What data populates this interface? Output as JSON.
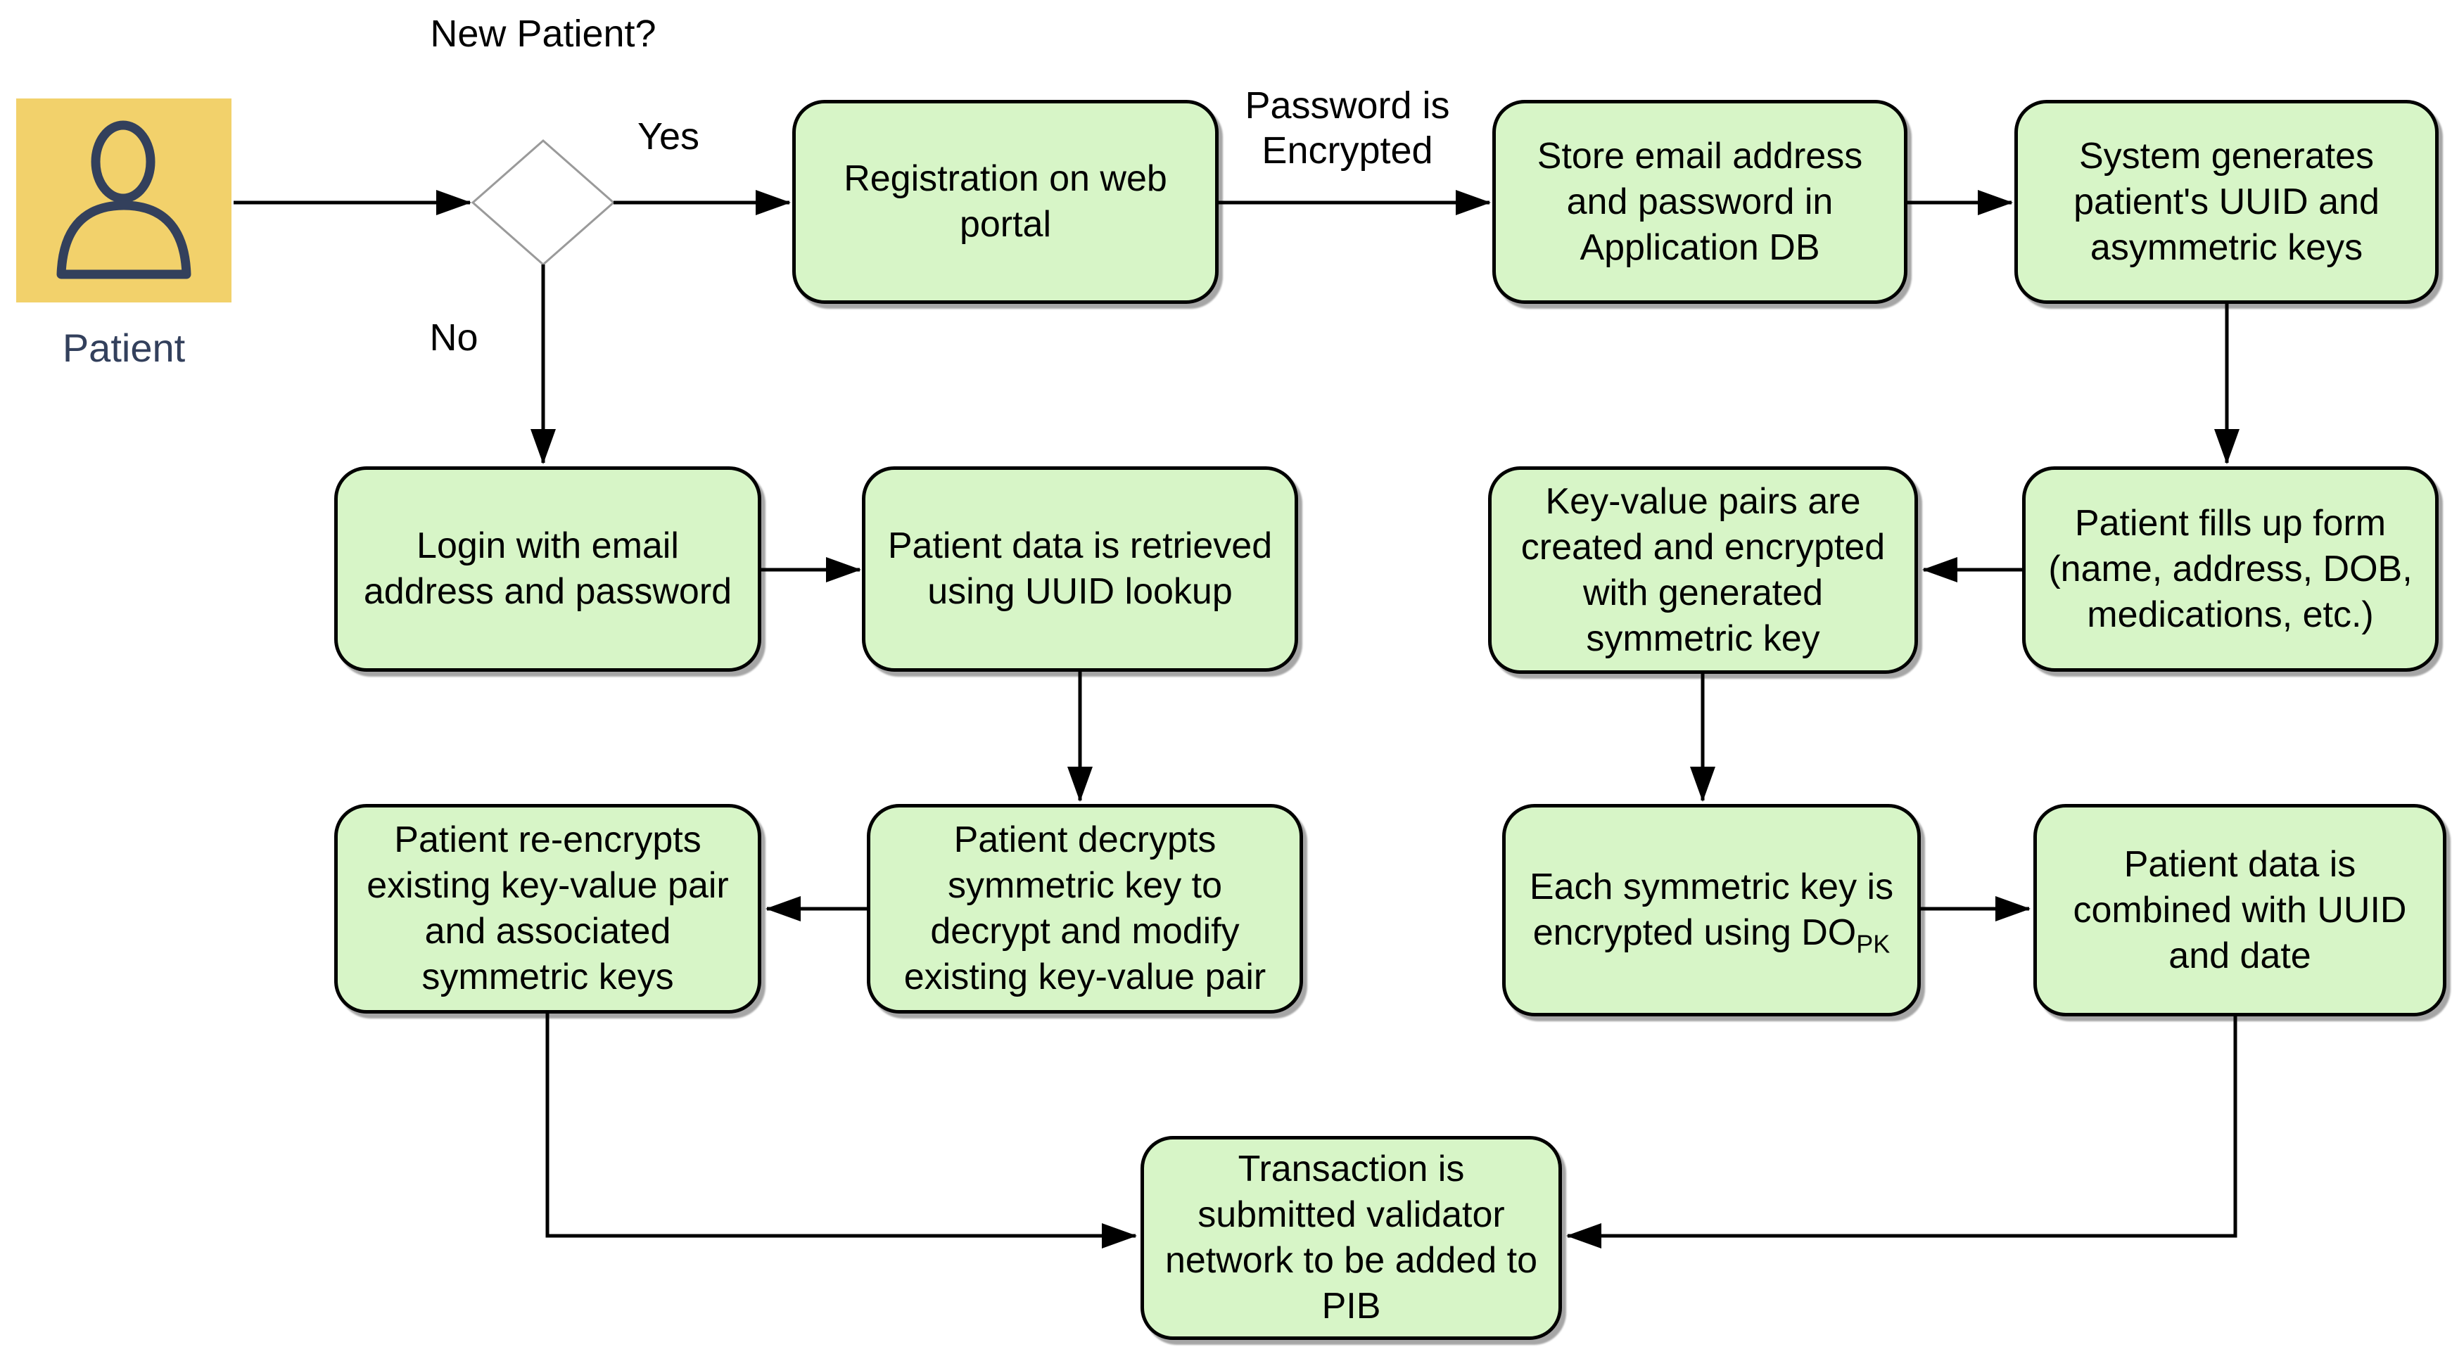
{
  "colors": {
    "node_fill": "#D7F5C7",
    "node_border": "#000000",
    "actor_fill": "#F2D16B",
    "actor_ink": "#33405C",
    "decision_border": "#9A9A9A",
    "arrow": "#000000",
    "text": "#000000",
    "background": "#FFFFFF"
  },
  "actor": {
    "icon": "person-icon",
    "label": "Patient"
  },
  "decision": {
    "question": "New Patient?",
    "yes_label": "Yes",
    "no_label": "No"
  },
  "edge_labels": {
    "password_encrypted": "Password is\nEncrypted"
  },
  "nodes": {
    "registration": "Registration on web\nportal",
    "store_email": "Store email address\nand password in\nApplication DB",
    "system_generates": "System generates\npatient's UUID and\nasymmetric keys",
    "patient_fills": "Patient fills up form\n(name, address, DOB,\nmedications, etc.)",
    "key_value": "Key-value pairs are\ncreated and encrypted\nwith generated\nsymmetric key",
    "login": "Login with email\naddress and password",
    "retrieved": "Patient data is retrieved\nusing UUID lookup",
    "decrypts": "Patient decrypts\nsymmetric key to\ndecrypt and modify\nexisting key-value pair",
    "re_encrypts": "Patient re-encrypts\nexisting key-value pair\nand associated\nsymmetric keys",
    "each_symmetric": {
      "text": "Each symmetric key is\nencrypted using DO",
      "subscript": "PK"
    },
    "combined": "Patient data is\ncombined with UUID\nand date",
    "transaction": "Transaction is\nsubmitted validator\nnetwork to be added to\nPIB"
  }
}
